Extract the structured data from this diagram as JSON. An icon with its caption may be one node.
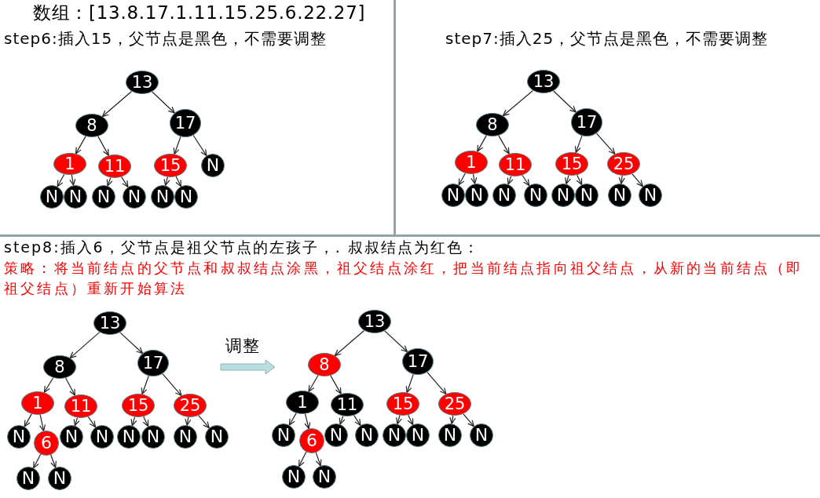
{
  "diagram": {
    "nodes": [
      {
        "text": [
          "13"
        ]
      },
      {
        "text": [
          "8"
        ]
      },
      {
        "text": [
          "17"
        ]
      },
      {
        "text": [
          "1"
        ]
      },
      {
        "text": [
          "11"
        ]
      },
      {
        "text": [
          "15"
        ]
      },
      {
        "text": [
          "N"
        ]
      },
      {
        "text": [
          "N"
        ]
      },
      {
        "text": [
          "N"
        ]
      },
      {
        "text": [
          "N"
        ]
      },
      {
        "text": [
          "N"
        ]
      },
      {
        "text": [
          "N"
        ]
      },
      {
        "text": [
          "N"
        ]
      },
      {
        "text": [
          "13"
        ]
      },
      {
        "text": [
          "8"
        ]
      },
      {
        "text": [
          "17"
        ]
      },
      {
        "text": [
          "1"
        ]
      },
      {
        "text": [
          "11"
        ]
      },
      {
        "text": [
          "15"
        ]
      },
      {
        "text": [
          "25"
        ]
      },
      {
        "text": [
          "N"
        ]
      },
      {
        "text": [
          "N"
        ]
      },
      {
        "text": [
          "N"
        ]
      },
      {
        "text": [
          "N"
        ]
      },
      {
        "text": [
          "N"
        ]
      },
      {
        "text": [
          "N"
        ]
      },
      {
        "text": [
          "N"
        ]
      },
      {
        "text": [
          "N"
        ]
      },
      {
        "text": [
          "13"
        ]
      },
      {
        "text": [
          "8"
        ]
      },
      {
        "text": [
          "17"
        ]
      },
      {
        "text": [
          "1"
        ]
      },
      {
        "text": [
          "11"
        ]
      },
      {
        "text": [
          "15"
        ]
      },
      {
        "text": [
          "25"
        ]
      },
      {
        "text": [
          "N"
        ]
      },
      {
        "text": [
          "6"
        ]
      },
      {
        "text": [
          "N"
        ]
      },
      {
        "text": [
          "N"
        ]
      },
      {
        "text": [
          "N"
        ]
      },
      {
        "text": [
          "N"
        ]
      },
      {
        "text": [
          "N"
        ]
      },
      {
        "text": [
          "N"
        ]
      },
      {
        "text": [
          "N"
        ]
      },
      {
        "text": [
          "N"
        ]
      },
      {
        "text": [
          "13"
        ]
      },
      {
        "text": [
          "8"
        ]
      },
      {
        "text": [
          "17"
        ]
      },
      {
        "text": [
          "1"
        ]
      },
      {
        "text": [
          "11"
        ]
      },
      {
        "text": [
          "15"
        ]
      },
      {
        "text": [
          "25"
        ]
      },
      {
        "text": [
          "N"
        ]
      },
      {
        "text": [
          "6"
        ]
      },
      {
        "text": [
          "N"
        ]
      },
      {
        "text": [
          "N"
        ]
      },
      {
        "text": [
          "N"
        ]
      },
      {
        "text": [
          "N"
        ]
      },
      {
        "text": [
          "N"
        ]
      },
      {
        "text": [
          "N"
        ]
      },
      {
        "text": [
          "N"
        ]
      },
      {
        "text": [
          "N"
        ]
      }
    ],
    "edges": [
      {
        "from": 0,
        "to": 1,
        "arrow": "to"
      },
      {
        "from": 0,
        "to": 2,
        "arrow": "to"
      },
      {
        "from": 1,
        "to": 3,
        "arrow": "to"
      },
      {
        "from": 1,
        "to": 4,
        "arrow": "to"
      },
      {
        "from": 2,
        "to": 5,
        "arrow": "to"
      },
      {
        "from": 2,
        "to": 6,
        "arrow": "to"
      },
      {
        "from": 3,
        "to": 7,
        "arrow": "to"
      },
      {
        "from": 3,
        "to": 8,
        "arrow": "to"
      },
      {
        "from": 4,
        "to": 9,
        "arrow": "to"
      },
      {
        "from": 4,
        "to": 10,
        "arrow": "to"
      },
      {
        "from": 5,
        "to": 11,
        "arrow": "to"
      },
      {
        "from": 5,
        "to": 12,
        "arrow": "to"
      },
      {
        "from": 13,
        "to": 14,
        "arrow": "to"
      },
      {
        "from": 13,
        "to": 15,
        "arrow": "to"
      },
      {
        "from": 14,
        "to": 16,
        "arrow": "to"
      },
      {
        "from": 14,
        "to": 17,
        "arrow": "to"
      },
      {
        "from": 15,
        "to": 18,
        "arrow": "to"
      },
      {
        "from": 15,
        "to": 19,
        "arrow": "to"
      },
      {
        "from": 16,
        "to": 20,
        "arrow": "to"
      },
      {
        "from": 16,
        "to": 21,
        "arrow": "to"
      },
      {
        "from": 17,
        "to": 22,
        "arrow": "to"
      },
      {
        "from": 17,
        "to": 23,
        "arrow": "to"
      },
      {
        "from": 18,
        "to": 24,
        "arrow": "to"
      },
      {
        "from": 18,
        "to": 25,
        "arrow": "to"
      },
      {
        "from": 19,
        "to": 26,
        "arrow": "to"
      },
      {
        "from": 19,
        "to": 27,
        "arrow": "to"
      },
      {
        "from": 28,
        "to": 29,
        "arrow": "to"
      },
      {
        "from": 28,
        "to": 30,
        "arrow": "to"
      },
      {
        "from": 29,
        "to": 31,
        "arrow": "to"
      },
      {
        "from": 29,
        "to": 32,
        "arrow": "to"
      },
      {
        "from": 30,
        "to": 33,
        "arrow": "to"
      },
      {
        "from": 30,
        "to": 34,
        "arrow": "to"
      },
      {
        "from": 31,
        "to": 35,
        "arrow": "to"
      },
      {
        "from": 31,
        "to": 36,
        "arrow": "to"
      },
      {
        "from": 32,
        "to": 37,
        "arrow": "to"
      },
      {
        "from": 32,
        "to": 38,
        "arrow": "to"
      },
      {
        "from": 33,
        "to": 39,
        "arrow": "to"
      },
      {
        "from": 33,
        "to": 40,
        "arrow": "to"
      },
      {
        "from": 34,
        "to": 41,
        "arrow": "to"
      },
      {
        "from": 34,
        "to": 42,
        "arrow": "to"
      },
      {
        "from": 36,
        "to": 43,
        "arrow": "to"
      },
      {
        "from": 36,
        "to": 44,
        "arrow": "to"
      },
      {
        "from": 45,
        "to": 46,
        "arrow": "to"
      },
      {
        "from": 45,
        "to": 47,
        "arrow": "to"
      },
      {
        "from": 46,
        "to": 48,
        "arrow": "to"
      },
      {
        "from": 46,
        "to": 49,
        "arrow": "to"
      },
      {
        "from": 47,
        "to": 50,
        "arrow": "to"
      },
      {
        "from": 47,
        "to": 51,
        "arrow": "to"
      },
      {
        "from": 48,
        "to": 52,
        "arrow": "to"
      },
      {
        "from": 48,
        "to": 53,
        "arrow": "to"
      },
      {
        "from": 49,
        "to": 54,
        "arrow": "to"
      },
      {
        "from": 49,
        "to": 55,
        "arrow": "to"
      },
      {
        "from": 50,
        "to": 56,
        "arrow": "to"
      },
      {
        "from": 50,
        "to": 57,
        "arrow": "to"
      },
      {
        "from": 51,
        "to": 58,
        "arrow": "to"
      },
      {
        "from": 51,
        "to": 59,
        "arrow": "to"
      },
      {
        "from": 53,
        "to": 60,
        "arrow": "to"
      },
      {
        "from": 53,
        "to": 61,
        "arrow": "to"
      }
    ],
    "labels": [
      "数组：[13.8.17.1.11.15.25.6.22.27]",
      "step6:插入15，父节点是黑色，不需要调整",
      "step7:插入25，父节点是黑色，不需要调整",
      "step8:插入6，父节点是祖父节点的左孩子，. 叔叔结点为红色：",
      "策略：将当前结点的父节点和叔叔结点涂黑，祖父结点涂红，把当前结点指向祖父结点，从新的当前结点（即祖父结点）重新开始算法",
      "调整"
    ]
  }
}
